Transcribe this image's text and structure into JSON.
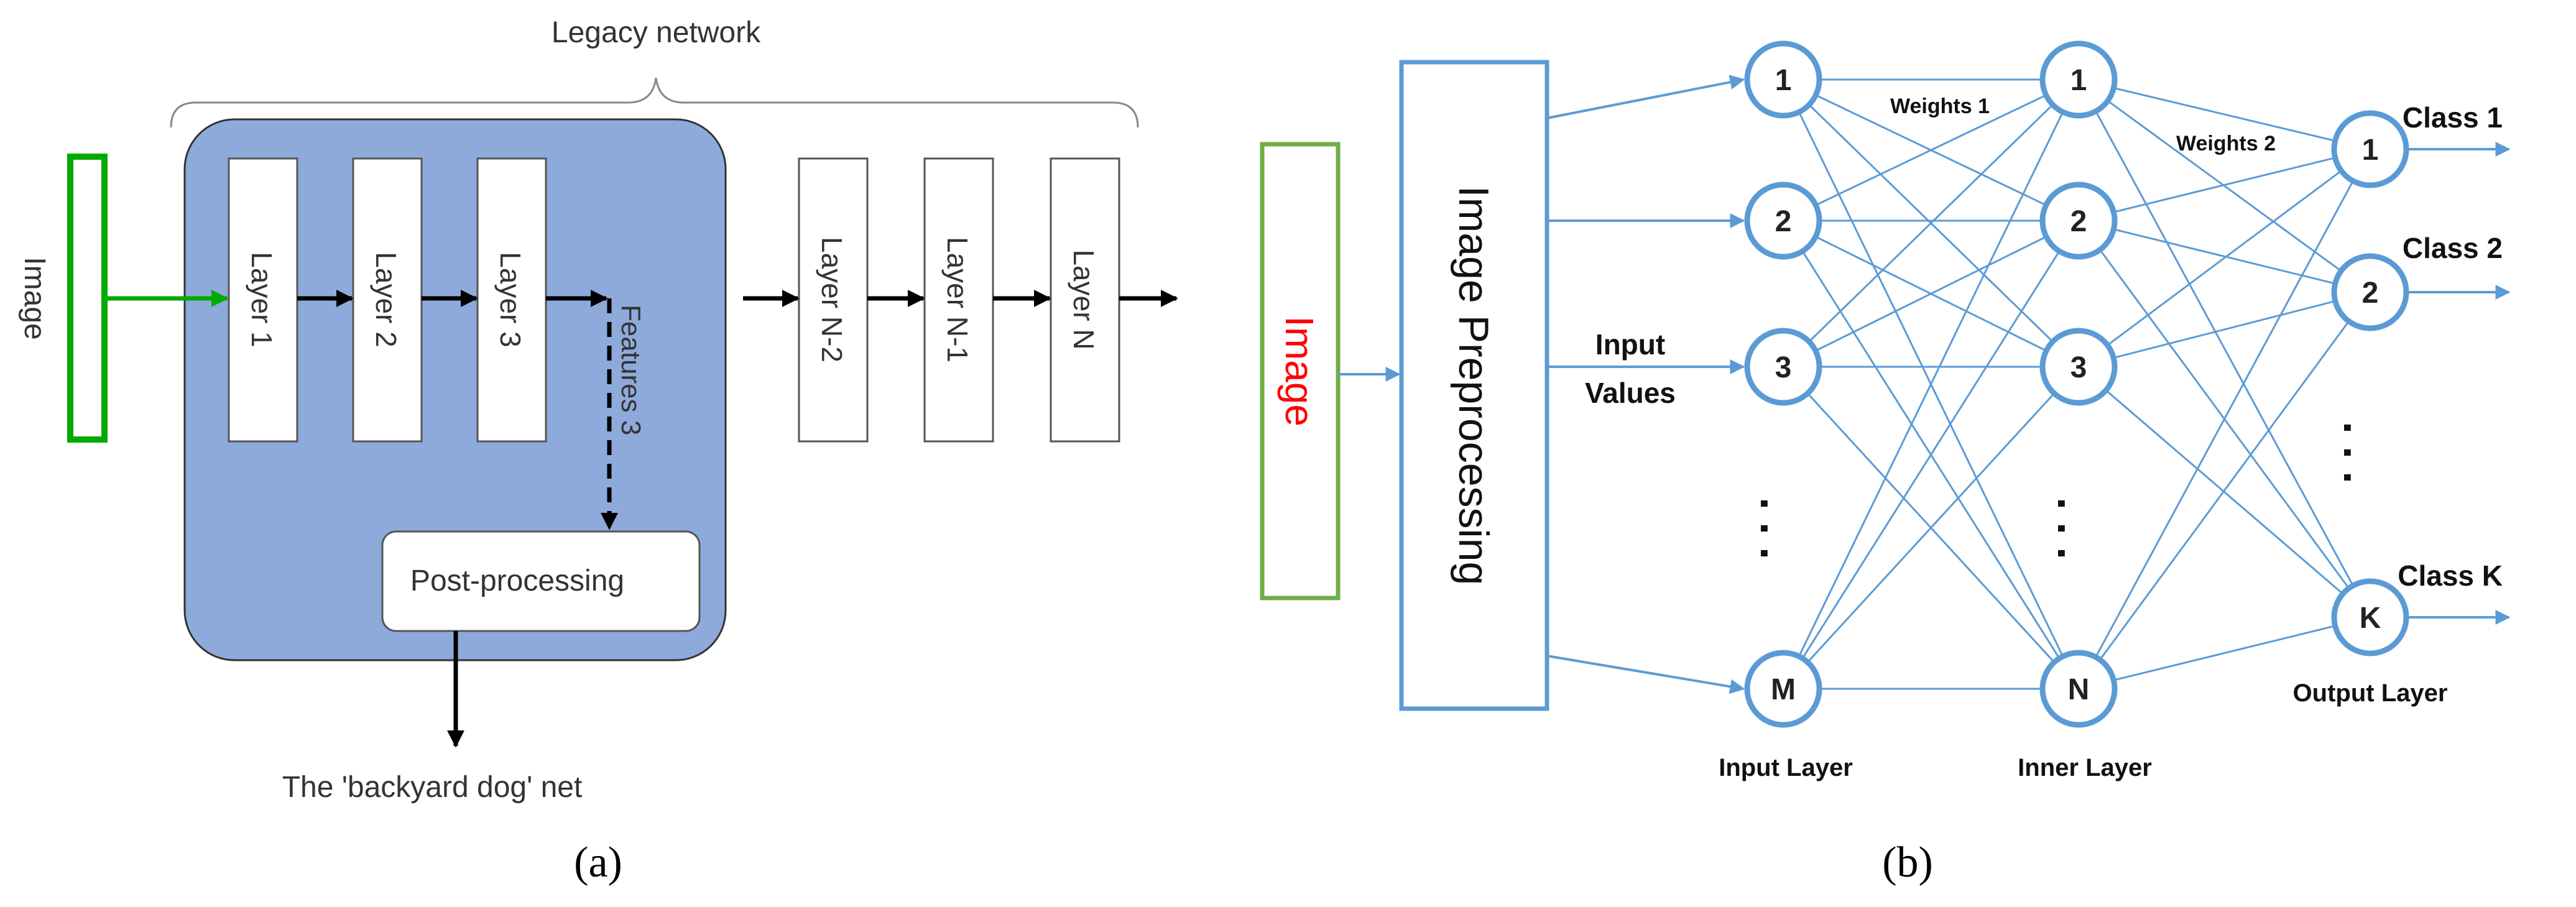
{
  "panel_a": {
    "legacy_label": "Legacy network",
    "image_label": "Image",
    "layers": [
      "Layer 1",
      "Layer 2",
      "Layer 3",
      "Layer N-2",
      "Layer N-1",
      "Layer N"
    ],
    "features_label": "Features 3",
    "postprocessing_label": "Post-processing",
    "backyard_label": "The 'backyard dog' net",
    "caption": "(a)",
    "colors": {
      "legacy_box": "#8eaadb",
      "image_box": "#00aa00",
      "arrow": "#000000"
    }
  },
  "panel_b": {
    "image_label": "Image",
    "preprocessing_label": "Image Preprocessing",
    "input_values_line1": "Input",
    "input_values_line2": "Values",
    "weights1_label": "Weights 1",
    "weights2_label": "Weights 2",
    "input_nodes": [
      "1",
      "2",
      "3",
      "M"
    ],
    "inner_nodes": [
      "1",
      "2",
      "3",
      "N"
    ],
    "output_nodes": [
      "1",
      "2",
      "K"
    ],
    "class_labels": [
      "Class 1",
      "Class 2",
      "Class K"
    ],
    "ellipsis": ". . .",
    "input_layer_label": "Input Layer",
    "inner_layer_label": "Inner Layer",
    "output_layer_label": "Output Layer",
    "caption": "(b)",
    "colors": {
      "blue": "#5b9bd5",
      "image_box": "#70ad47",
      "image_text": "#ff0000"
    }
  }
}
